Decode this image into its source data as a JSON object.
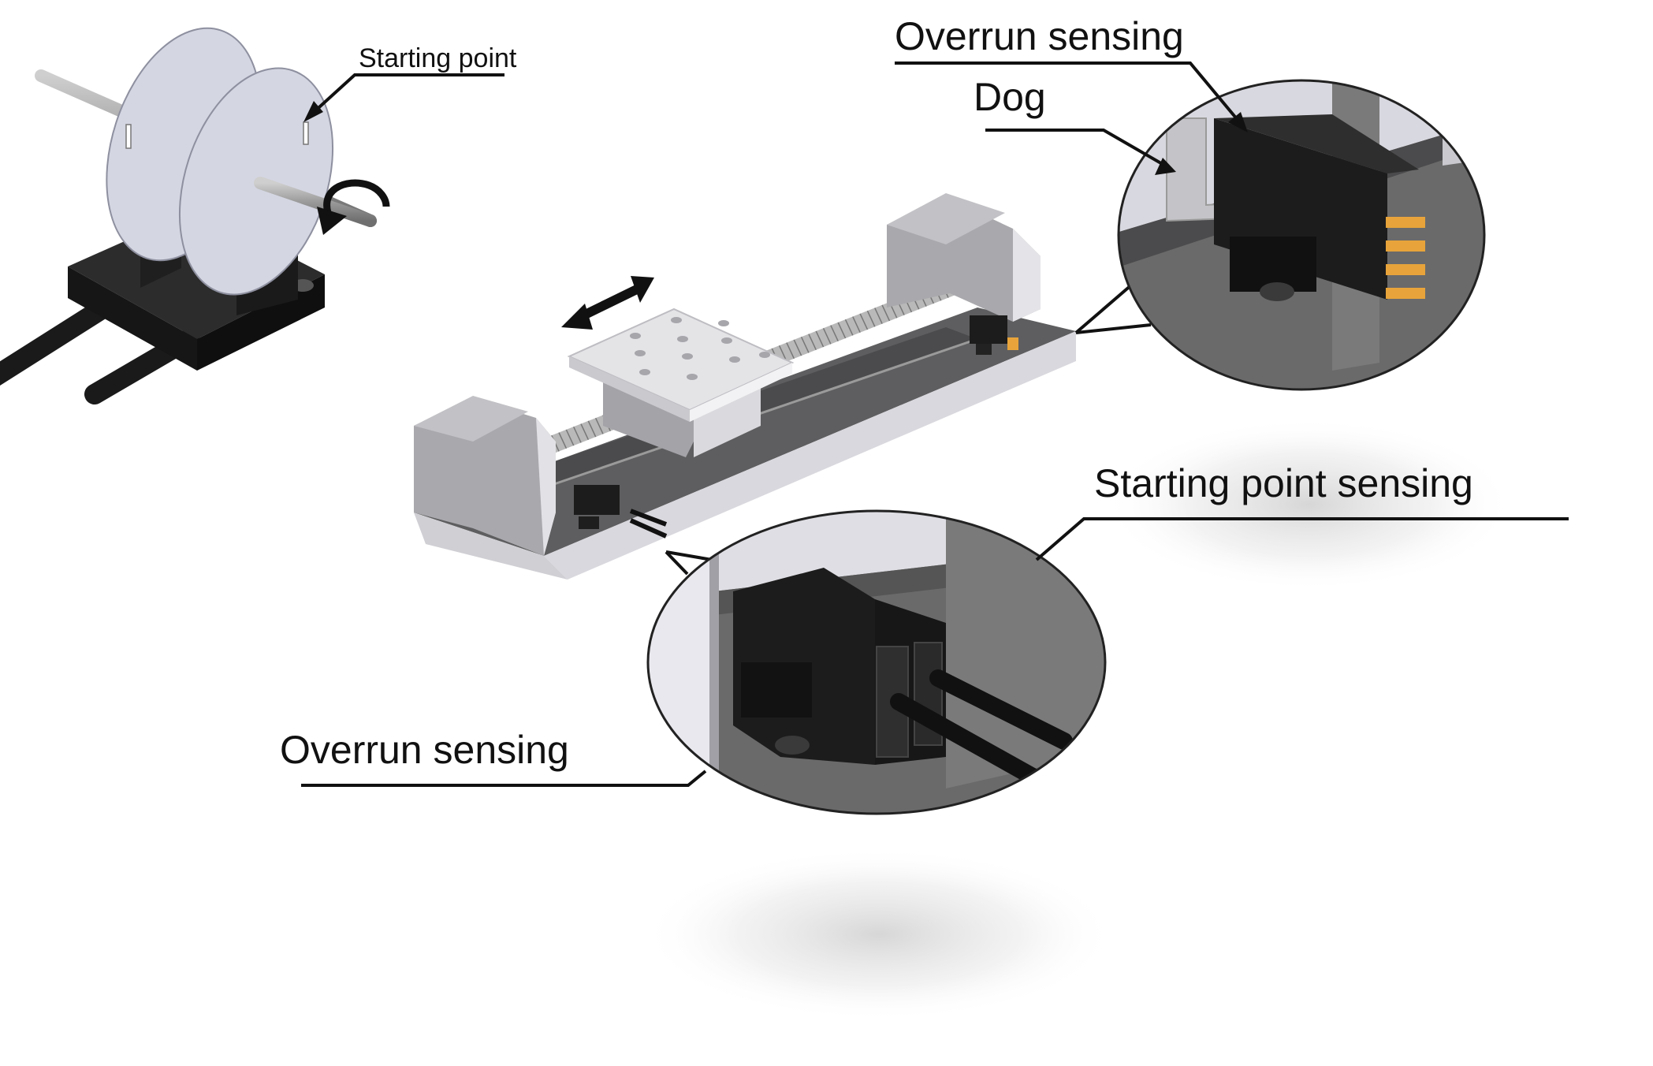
{
  "labels": {
    "starting_point": "Starting point",
    "overrun_sensing_top": "Overrun sensing",
    "dog": "Dog",
    "starting_point_sensing": "Starting point sensing",
    "overrun_sensing_bottom": "Overrun sensing"
  },
  "colors": {
    "sensor_body": "#1c1c1c",
    "sensor_face": "#2a2a2a",
    "disk": "#d4d6e2",
    "shaft": "#8a8a8a",
    "rail_light": "#d6d6dc",
    "rail_dark": "#5a5a5a",
    "block_grey": "#a9a9ad",
    "carriage_light": "#e7e7ea",
    "terminal_orange": "#e8a43a",
    "callout_bg": "#6a6a6a",
    "label_text": "#111111"
  },
  "icons": [
    "double-arrow-icon",
    "rotation-arrow-icon"
  ]
}
